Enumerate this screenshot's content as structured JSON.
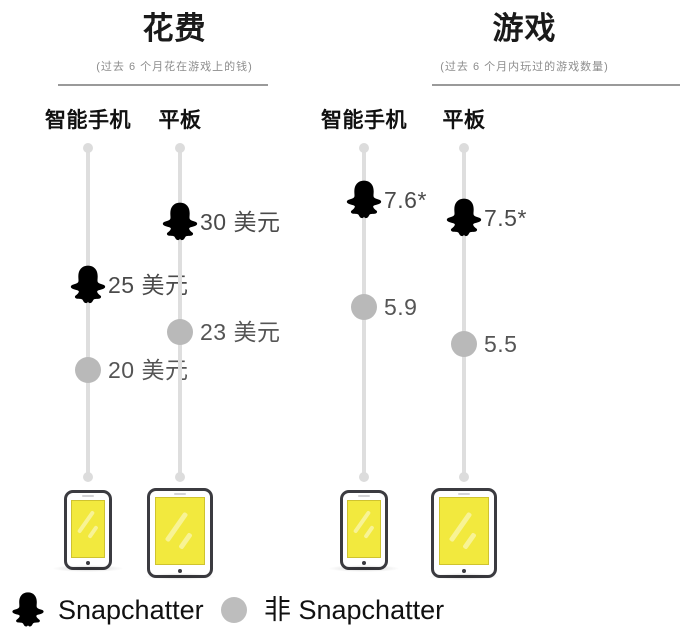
{
  "chart_data": {
    "type": "scatter",
    "title": "Snapchatter vs non-Snapchatter mobile gaming comparison",
    "panels": [
      {
        "title": "花费",
        "subtitle": "(过去 6 个月花在游戏上的钱)",
        "columns": [
          {
            "header": "智能手机",
            "device": "phone",
            "points": [
              {
                "group": "Snapchatter",
                "marker": "ghost",
                "label": "25 美元",
                "value": 25
              },
              {
                "group": "非 Snapchatter",
                "marker": "dot",
                "label": "20 美元",
                "value": 20
              }
            ]
          },
          {
            "header": "平板",
            "device": "tablet",
            "points": [
              {
                "group": "Snapchatter",
                "marker": "ghost",
                "label": "30 美元",
                "value": 30
              },
              {
                "group": "非 Snapchatter",
                "marker": "dot",
                "label": "23 美元",
                "value": 23
              }
            ]
          }
        ]
      },
      {
        "title": "游戏",
        "subtitle": "(过去 6 个月内玩过的游戏数量)",
        "columns": [
          {
            "header": "智能手机",
            "device": "phone",
            "points": [
              {
                "group": "Snapchatter",
                "marker": "ghost",
                "label": "7.6*",
                "value": 7.6
              },
              {
                "group": "非 Snapchatter",
                "marker": "dot",
                "label": "5.9",
                "value": 5.9
              }
            ]
          },
          {
            "header": "平板",
            "device": "tablet",
            "points": [
              {
                "group": "Snapchatter",
                "marker": "ghost",
                "label": "7.5*",
                "value": 7.5
              },
              {
                "group": "非 Snapchatter",
                "marker": "dot",
                "label": "5.5",
                "value": 5.5
              }
            ]
          }
        ]
      }
    ],
    "legend": {
      "position": "bottom",
      "entries": [
        {
          "marker": "ghost",
          "label": "Snapchatter"
        },
        {
          "marker": "dot",
          "label": "非 Snapchatter"
        }
      ]
    },
    "colors": {
      "snapchatter": "#000000",
      "non_snapchatter": "#b9b9b9",
      "stem": "#dedede",
      "screen": "#f2e93e",
      "device_frame": "#3b3b40",
      "label_text": "#555555",
      "title_text": "#1a1a1a",
      "subtitle_text": "#8d8d8d",
      "background": "#ffffff"
    }
  }
}
